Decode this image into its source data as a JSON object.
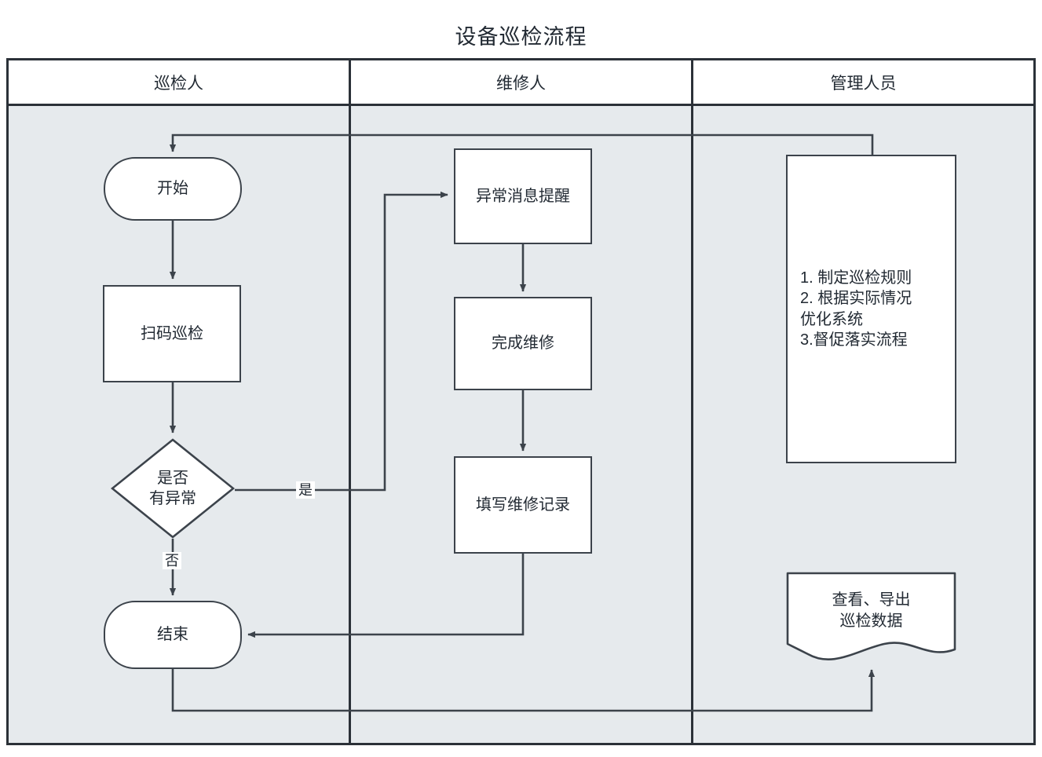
{
  "diagram": {
    "title": "设备巡检流程",
    "type": "swimlane-flowchart",
    "lanes": [
      {
        "id": "lane-inspector",
        "label": "巡检人"
      },
      {
        "id": "lane-repairer",
        "label": "维修人"
      },
      {
        "id": "lane-manager",
        "label": "管理人员"
      }
    ],
    "colors": {
      "lane_background": "#e6eaed",
      "header_background": "#ffffff",
      "node_fill": "#ffffff",
      "stroke": "#3c434b",
      "frame_stroke": "#2b3138",
      "text": "#222a33"
    },
    "nodes": [
      {
        "id": "start",
        "lane": "lane-inspector",
        "shape": "terminator",
        "label": "开始"
      },
      {
        "id": "scan",
        "lane": "lane-inspector",
        "shape": "process",
        "label": "扫码巡检"
      },
      {
        "id": "decision",
        "lane": "lane-inspector",
        "shape": "decision",
        "label": "是否\n有异常"
      },
      {
        "id": "end",
        "lane": "lane-inspector",
        "shape": "terminator",
        "label": "结束"
      },
      {
        "id": "alert",
        "lane": "lane-repairer",
        "shape": "process",
        "label": "异常消息提醒"
      },
      {
        "id": "finish-fix",
        "lane": "lane-repairer",
        "shape": "process",
        "label": "完成维修"
      },
      {
        "id": "fill-record",
        "lane": "lane-repairer",
        "shape": "process",
        "label": "填写维修记录"
      },
      {
        "id": "manage-tasks",
        "lane": "lane-manager",
        "shape": "process",
        "label": "1. 制定巡检规则\n2. 根据实际情况\n优化系统\n3.督促落实流程"
      },
      {
        "id": "view-export",
        "lane": "lane-manager",
        "shape": "document",
        "label": "查看、导出\n巡检数据"
      }
    ],
    "edges": [
      {
        "id": "e-start-scan",
        "from": "start",
        "to": "scan",
        "label": ""
      },
      {
        "id": "e-scan-decision",
        "from": "scan",
        "to": "decision",
        "label": ""
      },
      {
        "id": "e-decision-alert",
        "from": "decision",
        "to": "alert",
        "label": "是"
      },
      {
        "id": "e-decision-end",
        "from": "decision",
        "to": "end",
        "label": "否"
      },
      {
        "id": "e-alert-finish",
        "from": "alert",
        "to": "finish-fix",
        "label": ""
      },
      {
        "id": "e-finish-fill",
        "from": "finish-fix",
        "to": "fill-record",
        "label": ""
      },
      {
        "id": "e-fill-end",
        "from": "fill-record",
        "to": "end",
        "label": ""
      },
      {
        "id": "e-manage-start",
        "from": "manage-tasks",
        "to": "start",
        "label": ""
      },
      {
        "id": "e-end-view",
        "from": "end",
        "to": "view-export",
        "label": ""
      }
    ],
    "edge_labels": {
      "yes": "是",
      "no": "否"
    }
  }
}
